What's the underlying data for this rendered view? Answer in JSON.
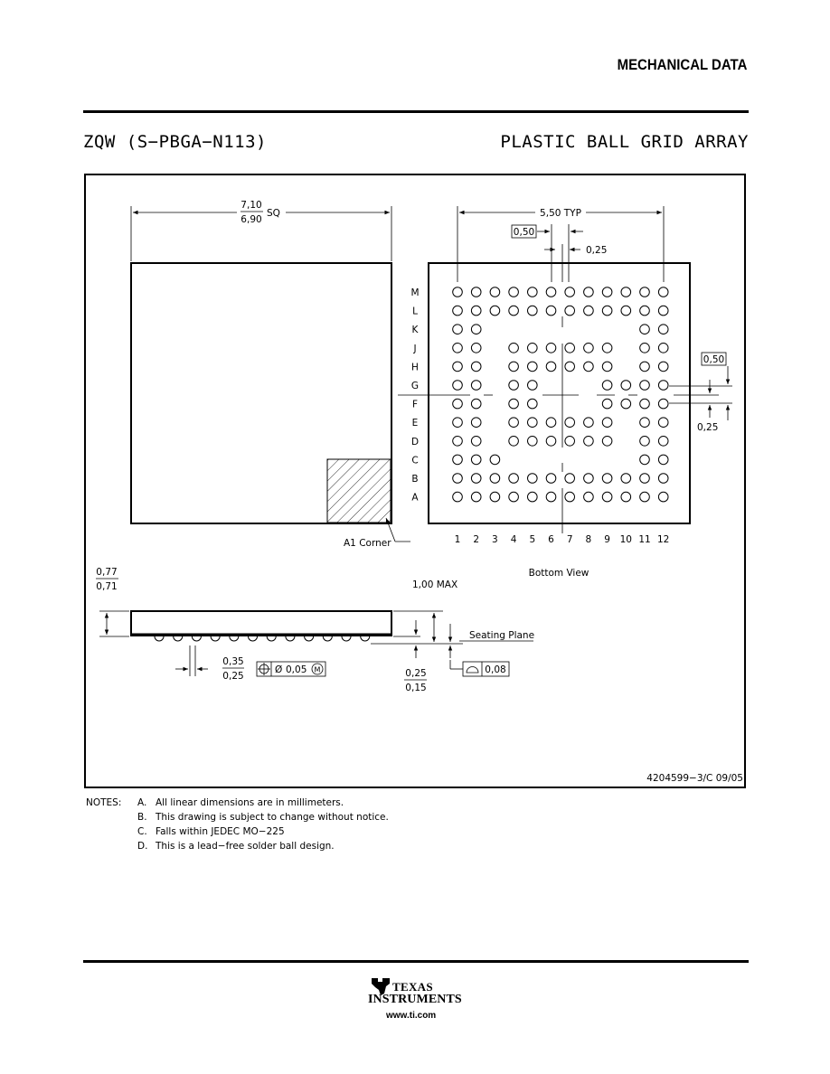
{
  "header": {
    "section": "MECHANICAL DATA",
    "package_code": "ZQW (S−PBGA−N113)",
    "package_type": "PLASTIC BALL GRID ARRAY"
  },
  "drawing": {
    "top_view": {
      "dim_upper": "7,10",
      "dim_lower": "6,90",
      "dim_suffix": "SQ",
      "corner_label": "A1 Corner"
    },
    "bottom_view": {
      "caption": "Bottom View",
      "span_label": "5,50 TYP",
      "pitch_box": "0,50",
      "offset_label": "0,25",
      "pitch_box_right": "0,50",
      "offset_label_right": "0,25",
      "rows": [
        "M",
        "L",
        "K",
        "J",
        "H",
        "G",
        "F",
        "E",
        "D",
        "C",
        "B",
        "A"
      ],
      "columns": [
        "1",
        "2",
        "3",
        "4",
        "5",
        "6",
        "7",
        "8",
        "9",
        "10",
        "11",
        "12"
      ],
      "ball_map": [
        "111111111111",
        "111111111111",
        "110000000011",
        "110111111011",
        "110111111011",
        "110110001111",
        "110110001111",
        "110111111011",
        "110111111011",
        "111000000011",
        "111111111111",
        "111111111111"
      ],
      "ball_map_note": ""
    },
    "side_view": {
      "height_upper": "0,77",
      "height_lower": "0,71",
      "max_height": "1,00 MAX",
      "seating_plane": "Seating Plane",
      "ball_dia_upper": "0,35",
      "ball_dia_lower": "0,25",
      "position_tol": "0,05",
      "position_mod": "M",
      "standoff_upper": "0,25",
      "standoff_lower": "0,15",
      "flatness": "0,08"
    },
    "drawing_number": "4204599−3/C 09/05"
  },
  "notes": {
    "label": "NOTES:",
    "items": [
      {
        "key": "A.",
        "text": "All linear dimensions are in millimeters."
      },
      {
        "key": "B.",
        "text": "This drawing is subject to change without notice."
      },
      {
        "key": "C.",
        "text": "Falls within JEDEC MO−225"
      },
      {
        "key": "D.",
        "text": "This is a lead−free solder ball design."
      }
    ]
  },
  "footer": {
    "brand_line1": "TEXAS",
    "brand_line2": "INSTRUMENTS",
    "url": "www.ti.com"
  }
}
